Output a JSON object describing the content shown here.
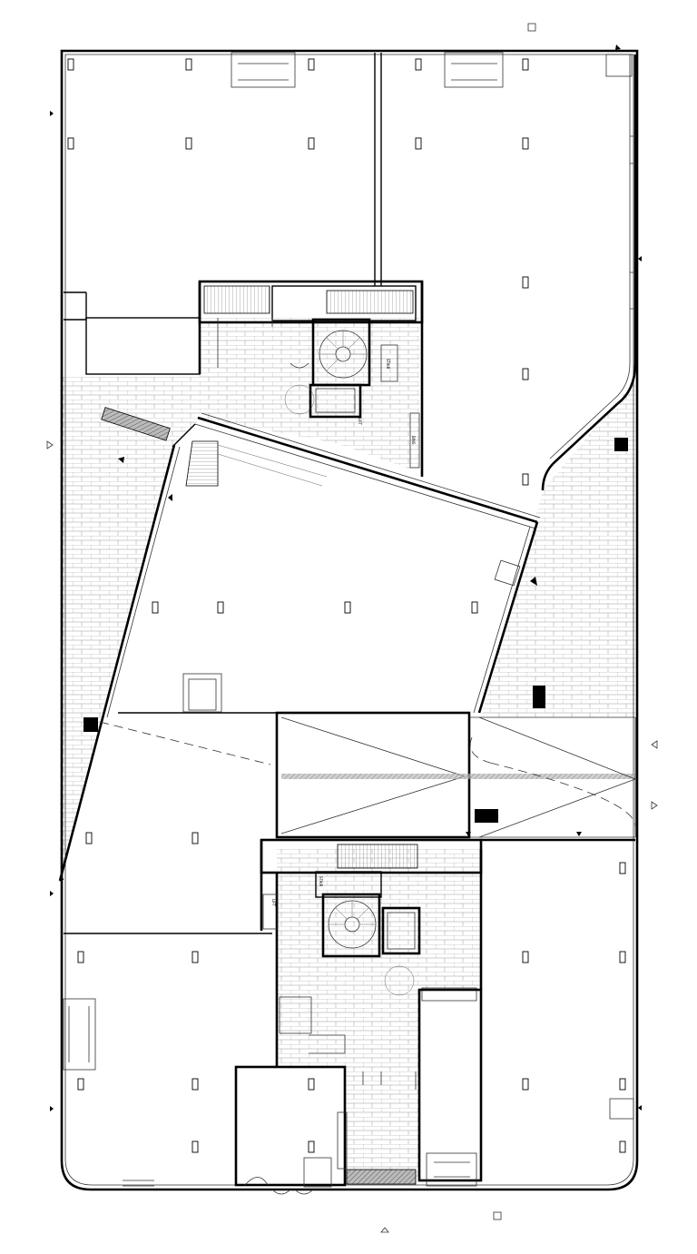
{
  "drawing": {
    "type": "architectural-floor-plan",
    "labels": [
      {
        "id": "stair-n",
        "text": "STAIR"
      },
      {
        "id": "lift-n",
        "text": "LIFT"
      },
      {
        "id": "bins-n",
        "text": "BINS"
      },
      {
        "id": "stair-s",
        "text": "STAIR"
      },
      {
        "id": "lift-s",
        "text": "LIFT"
      }
    ],
    "colors": {
      "line": "#000000",
      "background": "#ffffff",
      "hatch": "#888888"
    },
    "markers": [
      "north-arrow-icon",
      "section-marker-icon",
      "elevation-triangle-icon"
    ]
  }
}
